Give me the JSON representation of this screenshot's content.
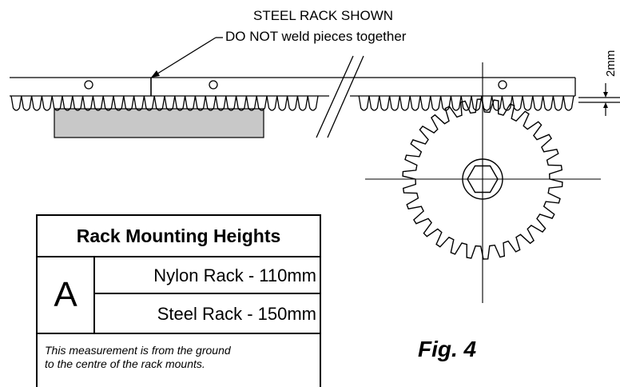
{
  "callout": {
    "line1": "STEEL RACK SHOWN",
    "line2": "DO NOT weld pieces together"
  },
  "dimension": {
    "label": "2mm"
  },
  "table": {
    "title": "Rack Mounting Heights",
    "letter": "A",
    "rows": [
      {
        "text": "Nylon Rack -  110mm"
      },
      {
        "text": "Steel Rack  -  150mm"
      }
    ],
    "note": {
      "line1": "This measurement is from the ground",
      "line2": "to the centre of the rack mounts."
    }
  },
  "figure": {
    "label": "Fig. 4"
  },
  "colors": {
    "line": "#000000",
    "nylon_rack_fill": "#c8c8c8",
    "background": "#ffffff"
  }
}
